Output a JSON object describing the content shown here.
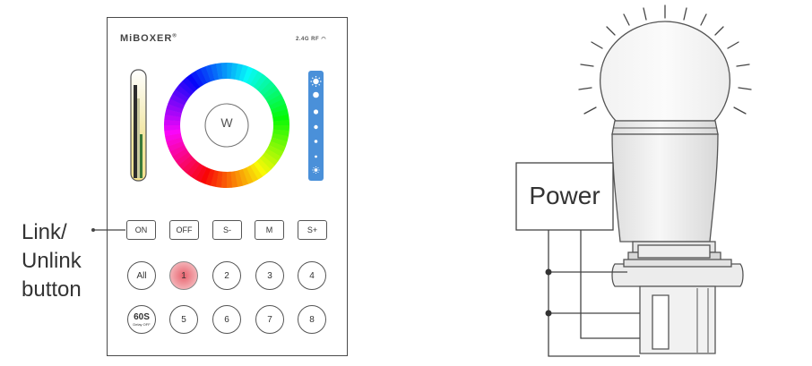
{
  "remote": {
    "brand": "MiBOXER",
    "trademark": "®",
    "rf_label": "2.4G RF",
    "wheel_center_label": "W",
    "function_buttons": [
      "ON",
      "OFF",
      "S-",
      "M",
      "S+"
    ],
    "zone_row_1": [
      "All",
      "1",
      "2",
      "3",
      "4"
    ],
    "zone_row_2_timer": {
      "main": "60S",
      "sub": "Delay OFF"
    },
    "zone_row_2": [
      "5",
      "6",
      "7",
      "8"
    ],
    "active_zone": "1"
  },
  "callout": {
    "line1": "Link/",
    "line2": "Unlink",
    "line3": "button"
  },
  "power_box": {
    "label": "Power"
  },
  "colors": {
    "line": "#444444",
    "active_zone": "#e8636e",
    "brightness_slider": "#4a90d9"
  }
}
